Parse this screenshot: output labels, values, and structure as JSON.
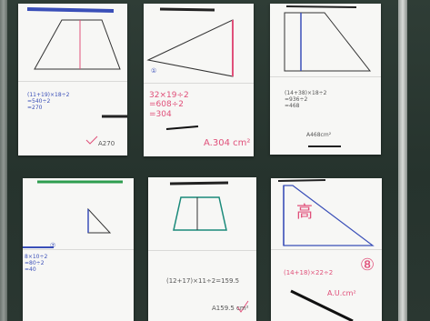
{
  "scene": {
    "background": "#2b3a33",
    "paper": "#f7f7f5",
    "ink_pink": "#e0507a",
    "ink_blue": "#3a4fb8",
    "shape_teal": "#1a8a7a",
    "shape_green": "#2e9d4f"
  },
  "sheets": {
    "s1": {
      "work": "(11+19)×18÷2\n=540÷2\n=270",
      "answer": "A270"
    },
    "s2": {
      "work": "32×19÷2\n=608÷2\n=304",
      "answer": "A.304 cm²",
      "circle": "①"
    },
    "s3": {
      "work": "(14+38)×18÷2\n=936÷2\n=468",
      "answer": "A468cm²"
    },
    "s4": {
      "label": "⑦",
      "work": "8×10÷2\n=80÷2\n=40"
    },
    "s5": {
      "work": "(12+17)×11÷2=159.5",
      "answer": "A159.5 cm²"
    },
    "s6": {
      "label": "高",
      "work": "(14+18)×22÷2",
      "answer": "A.U.cm²",
      "circle": "⑧"
    }
  }
}
